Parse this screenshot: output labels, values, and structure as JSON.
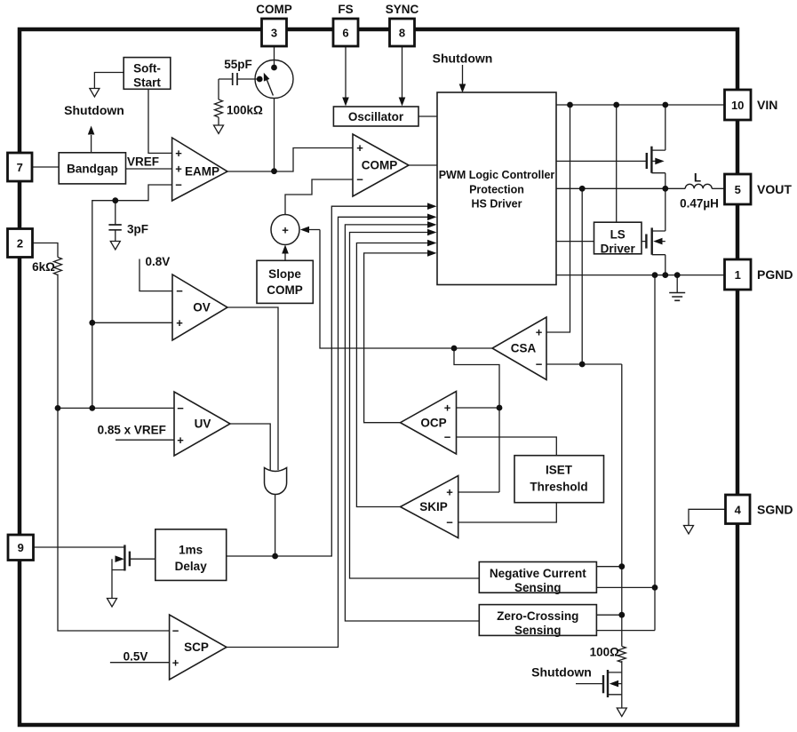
{
  "pins": {
    "p3": {
      "number": "3",
      "name": "COMP"
    },
    "p6": {
      "number": "6",
      "name": "FS"
    },
    "p8": {
      "number": "8",
      "name": "SYNC"
    },
    "p10": {
      "number": "10",
      "name": "VIN"
    },
    "p5": {
      "number": "5",
      "name": "VOUT"
    },
    "p1": {
      "number": "1",
      "name": "PGND"
    },
    "p4": {
      "number": "4",
      "name": "SGND"
    },
    "p7": {
      "number": "7",
      "name": ""
    },
    "p2": {
      "number": "2",
      "name": ""
    },
    "p9": {
      "number": "9",
      "name": ""
    }
  },
  "blocks": {
    "soft_start": {
      "line1": "Soft-",
      "line2": "Start"
    },
    "bandgap": {
      "label": "Bandgap"
    },
    "oscillator": {
      "label": "Oscillator"
    },
    "pwm": {
      "line1": "PWM Logic Controller",
      "line2": "Protection",
      "line3": "HS Driver"
    },
    "ls_driver": {
      "line1": "LS",
      "line2": "Driver"
    },
    "slope_comp": {
      "line1": "Slope",
      "line2": "COMP"
    },
    "iset_threshold": {
      "line1": "ISET",
      "line2": "Threshold"
    },
    "delay_1ms": {
      "line1": "1ms",
      "line2": "Delay"
    },
    "negative_current_sensing": {
      "line1": "Negative Current",
      "line2": "Sensing"
    },
    "zero_crossing_sensing": {
      "line1": "Zero-Crossing",
      "line2": "Sensing"
    }
  },
  "amplifiers": {
    "eamp": "EAMP",
    "comp": "COMP",
    "ov": "OV",
    "uv": "UV",
    "csa": "CSA",
    "ocp": "OCP",
    "skip": "SKIP",
    "scp": "SCP"
  },
  "labels": {
    "shutdown_left": "Shutdown",
    "shutdown_top": "Shutdown",
    "shutdown_bottom": "Shutdown",
    "vref": "VREF",
    "cap_55pf": "55pF",
    "res_100k": "100kΩ",
    "cap_3pf": "3pF",
    "res_6k": "6kΩ",
    "v_0_8": "0.8V",
    "v_0_85_vref": "0.85 x VREF",
    "v_0_5": "0.5V",
    "inductor": "L",
    "inductance": "0.47µH",
    "res_100": "100Ω"
  },
  "symbols": {
    "plus": "+",
    "minus": "−"
  },
  "colors": {
    "line": "#1c1c1c",
    "background": "#ffffff"
  }
}
